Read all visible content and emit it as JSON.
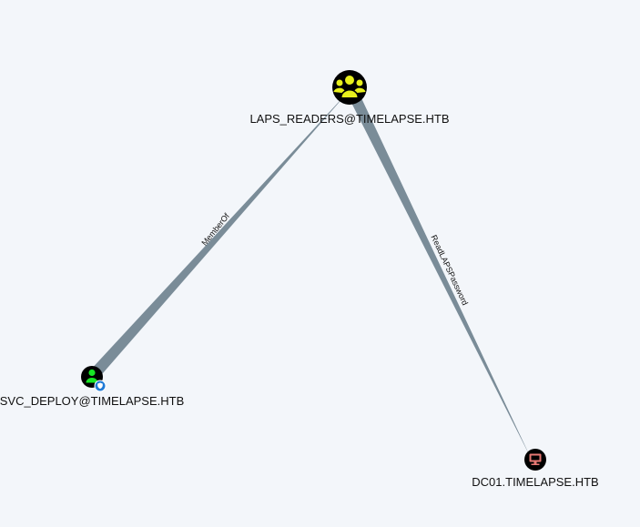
{
  "graph": {
    "nodes": [
      {
        "id": "laps",
        "label": "LAPS_READERS@TIMELAPSE.HTB",
        "kind": "group",
        "icon": "group-icon",
        "icon_color": "#e8f01c"
      },
      {
        "id": "svc",
        "label": "SVC_DEPLOY@TIMELAPSE.HTB",
        "kind": "user",
        "icon": "user-icon",
        "icon_color": "#17e625",
        "badge": "shield-badge-icon"
      },
      {
        "id": "dc",
        "label": "DC01.TIMELAPSE.HTB",
        "kind": "computer",
        "icon": "computer-icon",
        "icon_color": "#e67873"
      }
    ],
    "edges": [
      {
        "from": "svc",
        "to": "laps",
        "label": "MemberOf"
      },
      {
        "from": "laps",
        "to": "dc",
        "label": "ReadLAPSPassword"
      }
    ]
  },
  "colors": {
    "background": "#f3f6fa",
    "edge": "#7a8c98",
    "node_fill": "#000000",
    "badge": "#1f7ad6"
  }
}
